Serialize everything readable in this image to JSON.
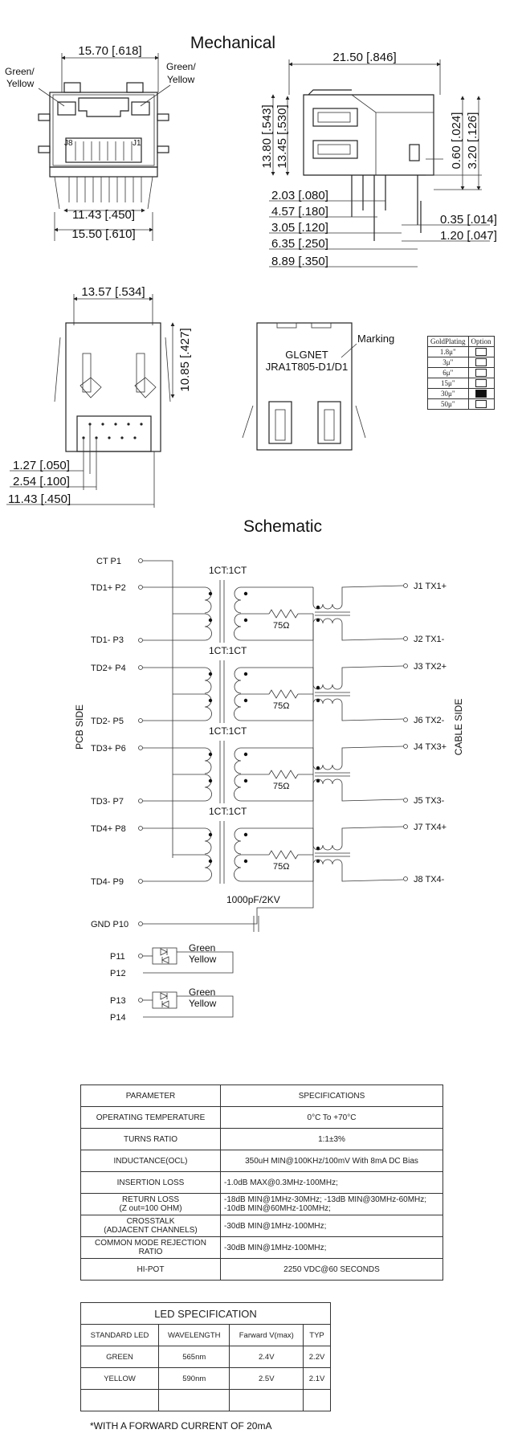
{
  "titles": {
    "mechanical": "Mechanical",
    "schematic": "Schematic"
  },
  "front_view": {
    "top_dim": "15.70 [.618]",
    "left_label": [
      "Green/",
      "Yellow"
    ],
    "right_label": [
      "Green/",
      "Yellow"
    ],
    "pin_left": "J8",
    "pin_right": "J1",
    "dim_inner": "11.43 [.450]",
    "dim_bottom": "15.50 [.610]"
  },
  "side_view": {
    "top_dim": "21.50 [.846]",
    "dim_h1": "13.80 [.543]",
    "dim_h2": "13.45 [.530]",
    "dim_r1": "0.60 [.024]",
    "dim_r2": "3.20 [.126]",
    "dims": [
      "2.03 [.080]",
      "4.57 [.180]",
      "3.05 [.120]",
      "6.35 [.250]",
      "8.89 [.350]"
    ],
    "dim_pin1": "0.35 [.014]",
    "dim_pin2": "1.20 [.047]"
  },
  "bottom_view": {
    "top_dim": "13.57 [.534]",
    "side_dim": "10.85 [.427]",
    "dims": [
      "1.27 [.050]",
      "2.54 [.100]",
      "11.43 [.450]"
    ]
  },
  "rear_view": {
    "marking_label": "Marking",
    "brand": "GLGNET",
    "part": "JRA1T805-D1/D1"
  },
  "plating": {
    "header": [
      "GoldPlating",
      "Option"
    ],
    "rows": [
      {
        "label": "1.8μ\"",
        "selected": false
      },
      {
        "label": "3μ\"",
        "selected": false
      },
      {
        "label": "6μ\"",
        "selected": false
      },
      {
        "label": "15μ\"",
        "selected": false
      },
      {
        "label": "30μ\"",
        "selected": true
      },
      {
        "label": "50μ\"",
        "selected": false
      }
    ]
  },
  "schematic": {
    "pcb_side": "PCB SIDE",
    "cable_side": "CABLE SIDE",
    "ct_label": "1CT:1CT",
    "resistor": "75Ω",
    "cap": "1000pF/2KV",
    "left_pins": [
      "CT   P1",
      "TD1+ P2",
      "TD1-  P3",
      "TD2+ P4",
      "TD2-  P5",
      "TD3+ P6",
      "TD3-  P7",
      "TD4+ P8",
      "TD4-  P9",
      "GND  P10"
    ],
    "right_pins": [
      "J1 TX1+",
      "J2 TX1-",
      "J3 TX2+",
      "J6 TX2-",
      "J4 TX3+",
      "J5 TX3-",
      "J7 TX4+",
      "J8 TX4-"
    ],
    "led1": {
      "p_a": "P11",
      "p_b": "P12",
      "c1": "Green",
      "c2": "Yellow"
    },
    "led2": {
      "p_a": "P13",
      "p_b": "P14",
      "c1": "Green",
      "c2": "Yellow"
    }
  },
  "params": {
    "header": [
      "PARAMETER",
      "SPECIFICATIONS"
    ],
    "rows": [
      [
        "OPERATING TEMPERATURE",
        "0°C To +70°C"
      ],
      [
        "TURNS RATIO",
        "1:1±3%"
      ],
      [
        "INDUCTANCE(OCL)",
        "350uH MIN@100KHz/100mV With 8mA DC Bias"
      ],
      [
        "INSERTION LOSS",
        "-1.0dB MAX@0.3MHz-100MHz;"
      ],
      [
        "RETURN LOSS\n(Z out=100 OHM)",
        "-18dB MIN@1MHz-30MHz; -13dB MIN@30MHz-60MHz;\n-10dB MIN@60MHz-100MHz;"
      ],
      [
        "CROSSTALK\n(ADJACENT CHANNELS)",
        "-30dB MIN@1MHz-100MHz;"
      ],
      [
        "COMMON MODE REJECTION\nRATIO",
        "-30dB MIN@1MHz-100MHz;"
      ],
      [
        "HI-POT",
        "2250 VDC@60 SECONDS"
      ]
    ]
  },
  "led_spec": {
    "title": "LED SPECIFICATION",
    "header": [
      "STANDARD LED",
      "WAVELENGTH",
      "Farward V(max)",
      "TYP"
    ],
    "rows": [
      [
        "GREEN",
        "565nm",
        "2.4V",
        "2.2V"
      ],
      [
        "YELLOW",
        "590nm",
        "2.5V",
        "2.1V"
      ]
    ],
    "footnote": "*WITH A FORWARD CURRENT OF 20mA"
  }
}
